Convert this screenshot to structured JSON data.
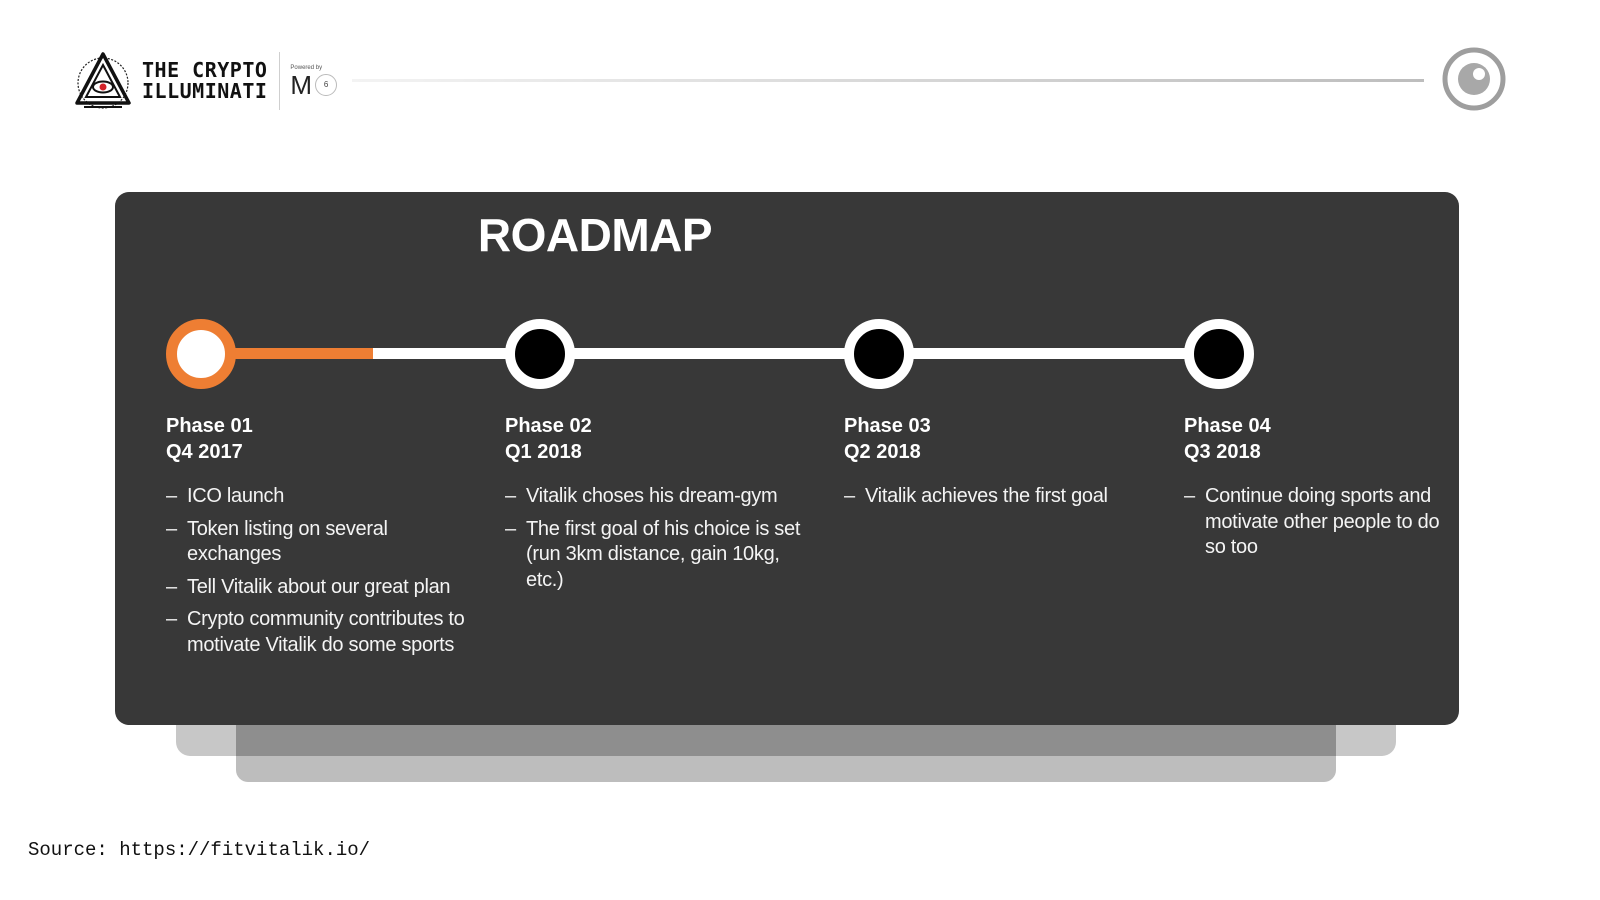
{
  "header": {
    "brand_line1": "THE CRYPTO",
    "brand_line2": "ILLUMINATI",
    "powered_label": "Powered by",
    "powered_mark": "M",
    "powered_badge": "6",
    "logo_icon": "illuminati-eye-pyramid-icon",
    "corner_icon": "eye-icon"
  },
  "roadmap": {
    "title": "ROADMAP",
    "accent_color": "#ee7e33",
    "card_color": "#383838",
    "progress_completed_fraction": 0.17,
    "phases": [
      {
        "name": "Phase 01",
        "quarter": "Q4 2017",
        "status": "active",
        "items": [
          "ICO launch",
          "Token listing on several exchanges",
          "Tell Vitalik about our great plan",
          "Crypto community contributes to motivate Vitalik do some sports"
        ]
      },
      {
        "name": "Phase 02",
        "quarter": "Q1 2018",
        "status": "pending",
        "items": [
          "Vitalik choses his dream-gym",
          "The first goal of his choice is set (run 3km distance, gain 10kg, etc.)"
        ]
      },
      {
        "name": "Phase 03",
        "quarter": "Q2 2018",
        "status": "pending",
        "items": [
          "Vitalik achieves the first goal"
        ]
      },
      {
        "name": "Phase 04",
        "quarter": "Q3 2018",
        "status": "pending",
        "items": [
          "Continue doing sports and motivate other people to do so too"
        ]
      }
    ]
  },
  "source": "Source: https://fitvitalik.io/"
}
